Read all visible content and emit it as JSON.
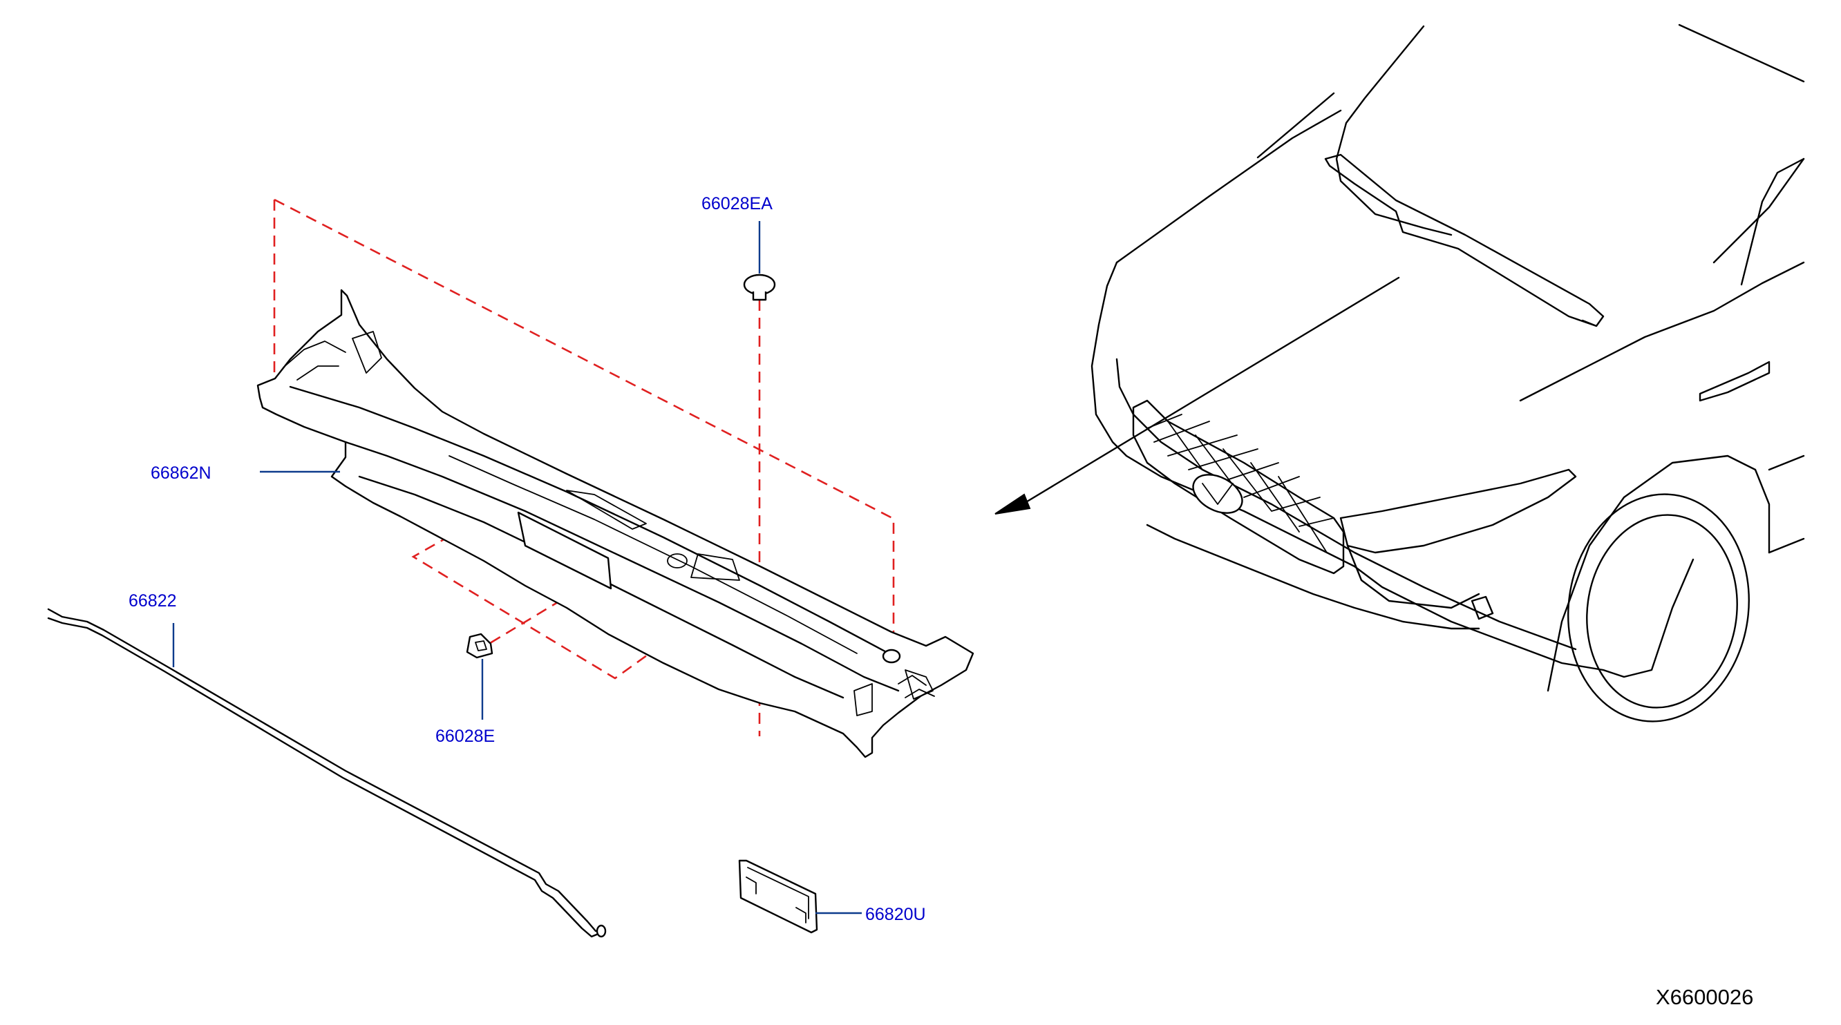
{
  "colors": {
    "background": "#ffffff",
    "line_art": "#000000",
    "callout_text": "#0000cc",
    "leader_line": "#0d3b8c",
    "phantom_line": "#e02020"
  },
  "parts": [
    {
      "id": "66028EA",
      "label": "66028EA"
    },
    {
      "id": "66862N",
      "label": "66862N"
    },
    {
      "id": "66822",
      "label": "66822"
    },
    {
      "id": "66028E",
      "label": "66028E"
    },
    {
      "id": "66820U",
      "label": "66820U"
    }
  ],
  "drawing_number": "X6600026"
}
